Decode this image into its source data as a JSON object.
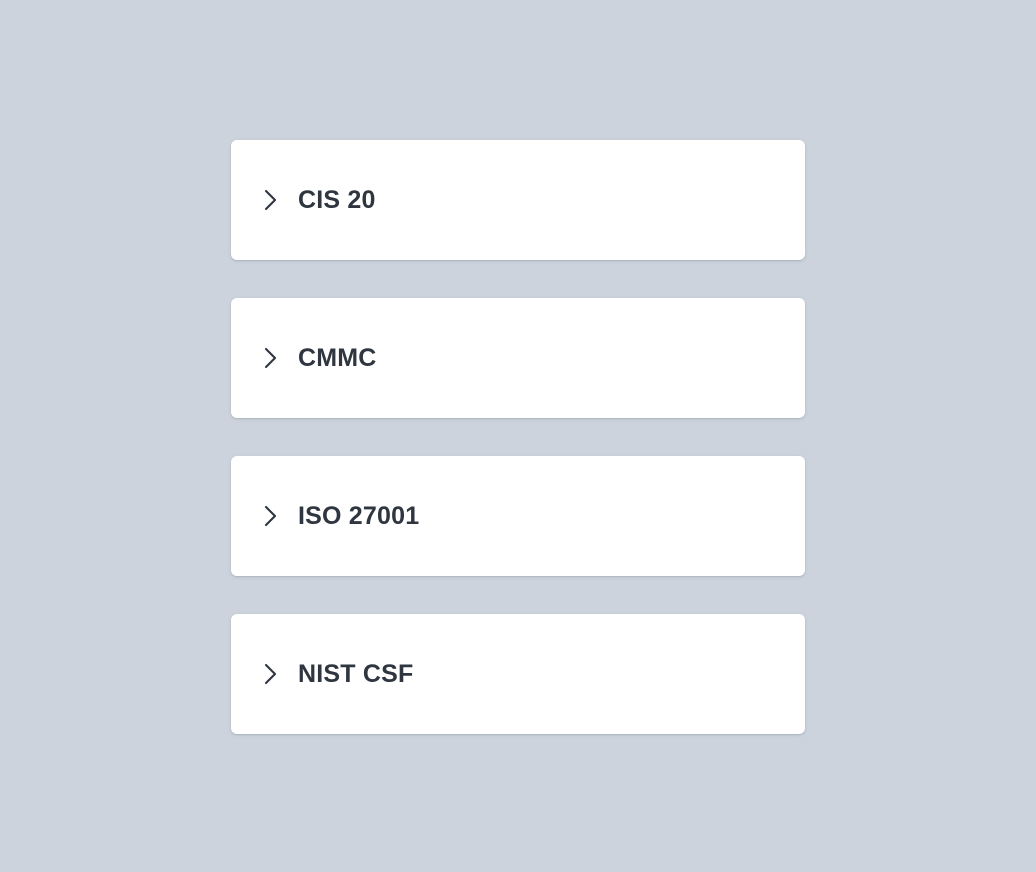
{
  "page": {
    "background_color": "#ccd3dc",
    "card_background_color": "#ffffff",
    "label_color": "#2f3640"
  },
  "accordion": {
    "expand_icon": "chevron-right-icon",
    "items": [
      {
        "label": "CIS 20",
        "expanded": false
      },
      {
        "label": "CMMC",
        "expanded": false
      },
      {
        "label": "ISO 27001",
        "expanded": false
      },
      {
        "label": "NIST CSF",
        "expanded": false
      }
    ]
  }
}
